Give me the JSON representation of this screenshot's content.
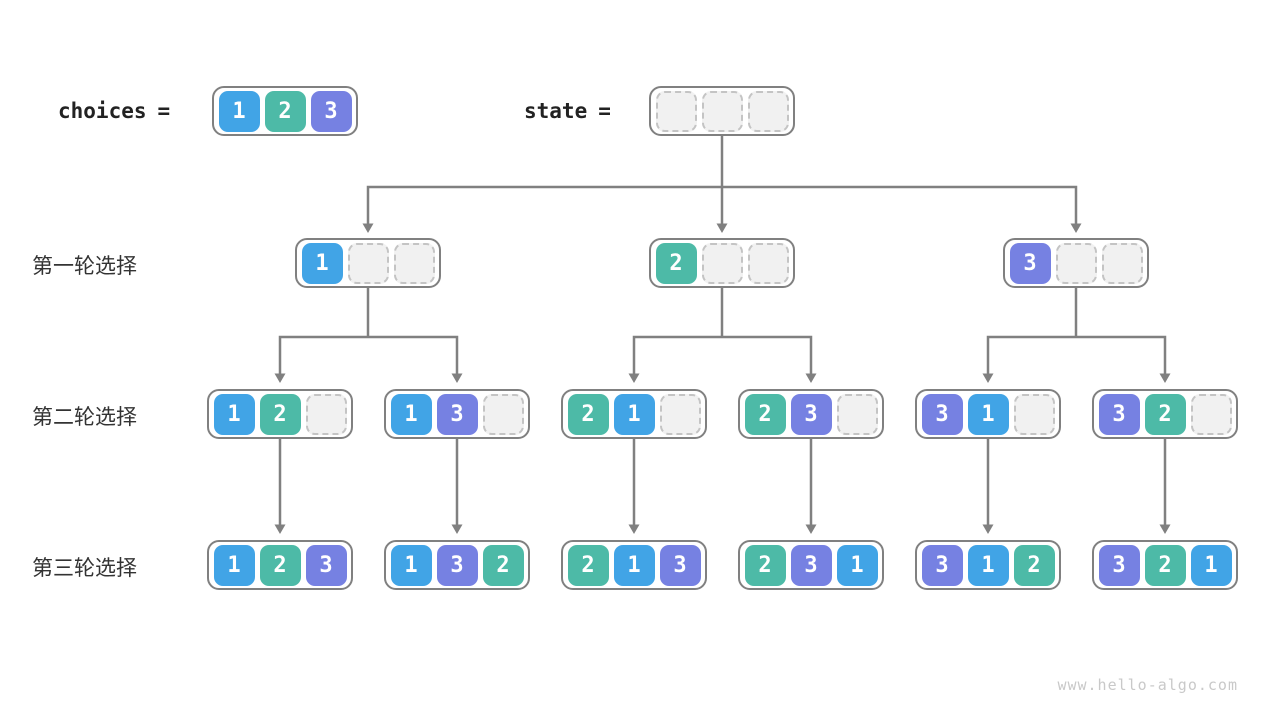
{
  "diagram": {
    "title_row": {
      "choices_label": "choices",
      "choices_eq": "=",
      "choices_cells": [
        1,
        2,
        3
      ],
      "state_label": "state",
      "state_eq": "=",
      "state_cells": [
        null,
        null,
        null
      ]
    },
    "rows": [
      {
        "label": "第一轮选择",
        "boxes": [
          [
            1,
            null,
            null
          ],
          [
            2,
            null,
            null
          ],
          [
            3,
            null,
            null
          ]
        ]
      },
      {
        "label": "第二轮选择",
        "boxes": [
          [
            1,
            2,
            null
          ],
          [
            1,
            3,
            null
          ],
          [
            2,
            1,
            null
          ],
          [
            2,
            3,
            null
          ],
          [
            3,
            1,
            null
          ],
          [
            3,
            2,
            null
          ]
        ]
      },
      {
        "label": "第三轮选择",
        "boxes": [
          [
            1,
            2,
            3
          ],
          [
            1,
            3,
            2
          ],
          [
            2,
            1,
            3
          ],
          [
            2,
            3,
            1
          ],
          [
            3,
            1,
            2
          ],
          [
            3,
            2,
            1
          ]
        ]
      }
    ],
    "watermark": "www.hello-algo.com"
  },
  "colors": {
    "value_1": "#41a4e6",
    "value_2": "#4dbaa7",
    "value_3": "#7681e2",
    "empty_fill": "#f1f1f1",
    "empty_border": "#c4c4c4",
    "box_border": "#808080",
    "arrow": "#808080",
    "label_text": "#333333",
    "code_text": "#222222",
    "watermark_text": "#c9c9c9"
  }
}
